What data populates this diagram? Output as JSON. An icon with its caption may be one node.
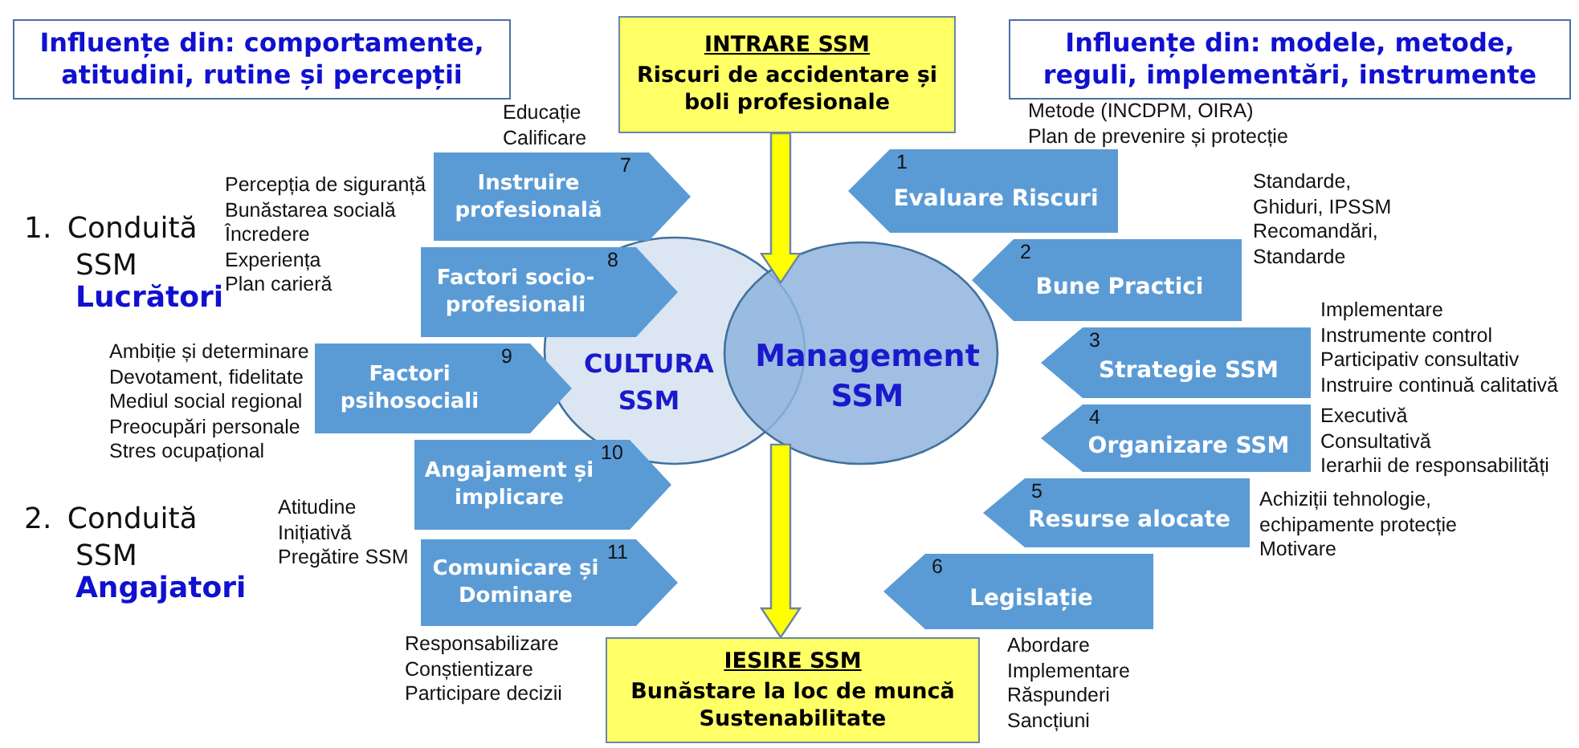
{
  "diagram": {
    "nodes": [
      {
        "text": [
          "Influențe din: comportamente, atitudini, rutine și percepții"
        ]
      },
      {
        "text": [
          "INTRARE SSM",
          "Riscuri de accidentare și boli profesionale"
        ]
      },
      {
        "text": [
          "Influențe din: modele, metode, reguli, implementări, instrumente"
        ]
      },
      {
        "text": [
          "CULTURA SSM"
        ]
      },
      {
        "text": [
          "Management SSM"
        ]
      },
      {
        "text": [
          "Instruire profesională",
          "7"
        ],
        "beside": [
          "Educație",
          "Calificare"
        ]
      },
      {
        "text": [
          "Factori socio-profesionali",
          "8"
        ],
        "beside": [
          "Percepția de siguranță",
          "Bunăstarea socială",
          "Încredere",
          "Experiența",
          "Plan carieră"
        ]
      },
      {
        "text": [
          "Factori psihosociali",
          "9"
        ],
        "beside": [
          "Ambiție și determinare",
          "Devotament, fidelitate",
          "Mediul social regional",
          "Preocupări personale",
          "Stres ocupațional"
        ]
      },
      {
        "text": [
          "Angajament și implicare",
          "10"
        ],
        "beside": [
          "Atitudine",
          "Inițiativă",
          "Pregătire SSM"
        ]
      },
      {
        "text": [
          "Comunicare și Dominare",
          "11"
        ],
        "beside": [
          "Responsabilizare",
          "Conștientizare",
          "Participare decizii"
        ]
      },
      {
        "text": [
          "1",
          "Evaluare Riscuri"
        ],
        "beside": [
          "Metode (INCDPM, OIRA)",
          "Plan de prevenire și protecție"
        ]
      },
      {
        "text": [
          "2",
          "Bune Practici"
        ],
        "beside": [
          "Standarde,",
          "Ghiduri, IPSSM",
          "Recomandări,",
          "Standarde"
        ]
      },
      {
        "text": [
          "3",
          "Strategie SSM"
        ],
        "beside": [
          "Implementare",
          "Instrumente control",
          "Participativ consultativ",
          "Instruire continuă calitativă"
        ]
      },
      {
        "text": [
          "4",
          "Organizare SSM"
        ],
        "beside": [
          "Executivă",
          "Consultativă",
          "Ierarhii de responsabilități"
        ]
      },
      {
        "text": [
          "5",
          "Resurse alocate"
        ],
        "beside": [
          "Achiziții tehnologie, echipamente protecție",
          "Motivare"
        ]
      },
      {
        "text": [
          "6",
          "Legislație"
        ],
        "beside": [
          "Abordare",
          "Implementare",
          "Răspunderi",
          "Sancțiuni"
        ]
      },
      {
        "text": [
          "IESIRE SSM",
          "Bunăstare la loc de muncă",
          "Sustenabilitate"
        ]
      }
    ],
    "edges": [
      {
        "from": 1,
        "to": 3,
        "arrow": "to"
      },
      {
        "from": 4,
        "to": 16,
        "arrow": "to"
      }
    ],
    "labels": [
      "1. Conduită SSM",
      "Lucrători",
      "2. Conduită SSM",
      "Angajatori"
    ]
  }
}
